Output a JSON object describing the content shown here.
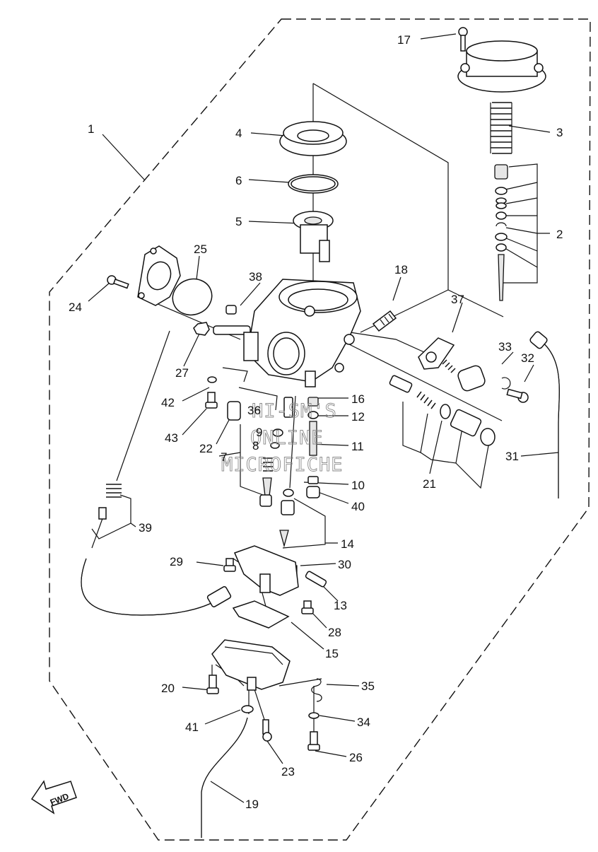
{
  "watermark": {
    "lines": [
      "HI-SM'S",
      "ONLINE",
      "MICROFICHE"
    ]
  },
  "direction_arrow": {
    "label": "FWD",
    "icon": "fwd-arrow-icon"
  },
  "callouts": [
    {
      "id": "c1",
      "label": "1"
    },
    {
      "id": "c2",
      "label": "2"
    },
    {
      "id": "c3",
      "label": "3"
    },
    {
      "id": "c4",
      "label": "4"
    },
    {
      "id": "c5",
      "label": "5"
    },
    {
      "id": "c6",
      "label": "6"
    },
    {
      "id": "c7",
      "label": "7"
    },
    {
      "id": "c8",
      "label": "8"
    },
    {
      "id": "c9",
      "label": "9"
    },
    {
      "id": "c10",
      "label": "10"
    },
    {
      "id": "c11",
      "label": "11"
    },
    {
      "id": "c12",
      "label": "12"
    },
    {
      "id": "c13",
      "label": "13"
    },
    {
      "id": "c14",
      "label": "14"
    },
    {
      "id": "c15",
      "label": "15"
    },
    {
      "id": "c16",
      "label": "16"
    },
    {
      "id": "c17",
      "label": "17"
    },
    {
      "id": "c18",
      "label": "18"
    },
    {
      "id": "c19",
      "label": "19"
    },
    {
      "id": "c20",
      "label": "20"
    },
    {
      "id": "c21",
      "label": "21"
    },
    {
      "id": "c22",
      "label": "22"
    },
    {
      "id": "c23",
      "label": "23"
    },
    {
      "id": "c24",
      "label": "24"
    },
    {
      "id": "c25",
      "label": "25"
    },
    {
      "id": "c26",
      "label": "26"
    },
    {
      "id": "c27",
      "label": "27"
    },
    {
      "id": "c28",
      "label": "28"
    },
    {
      "id": "c29",
      "label": "29"
    },
    {
      "id": "c30",
      "label": "30"
    },
    {
      "id": "c31",
      "label": "31"
    },
    {
      "id": "c32",
      "label": "32"
    },
    {
      "id": "c33",
      "label": "33"
    },
    {
      "id": "c34",
      "label": "34"
    },
    {
      "id": "c35",
      "label": "35"
    },
    {
      "id": "c36",
      "label": "36"
    },
    {
      "id": "c37",
      "label": "37"
    },
    {
      "id": "c38",
      "label": "38"
    },
    {
      "id": "c39",
      "label": "39"
    },
    {
      "id": "c40",
      "label": "40"
    },
    {
      "id": "c41",
      "label": "41"
    },
    {
      "id": "c42",
      "label": "42"
    },
    {
      "id": "c43",
      "label": "43"
    }
  ]
}
